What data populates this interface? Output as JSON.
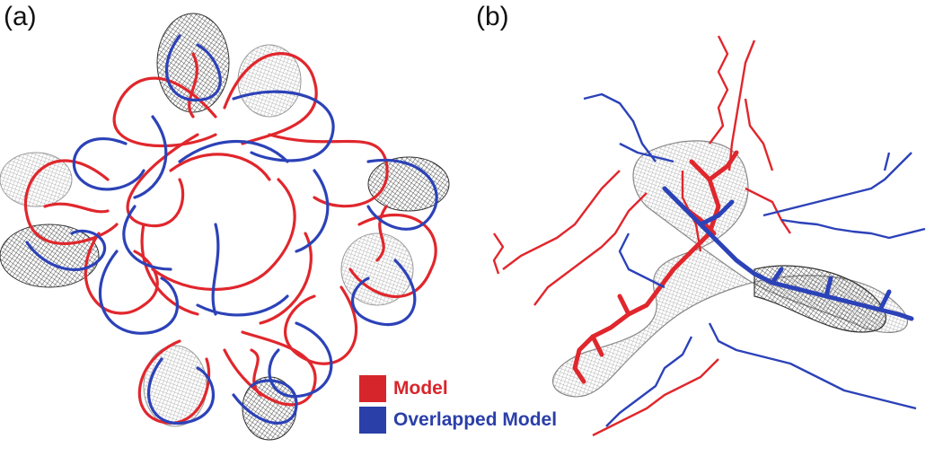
{
  "panels": [
    {
      "label": "(a)"
    },
    {
      "label": "(b)"
    }
  ],
  "legend": [
    {
      "label": "Model",
      "color": "#d7262b"
    },
    {
      "label": "Overlapped Model",
      "color": "#2b3fa8"
    }
  ],
  "colors": {
    "model": "#e0272d",
    "overlap": "#2c42b8",
    "mesh_dark": "#333333",
    "mesh_light": "#9a9a9a"
  }
}
